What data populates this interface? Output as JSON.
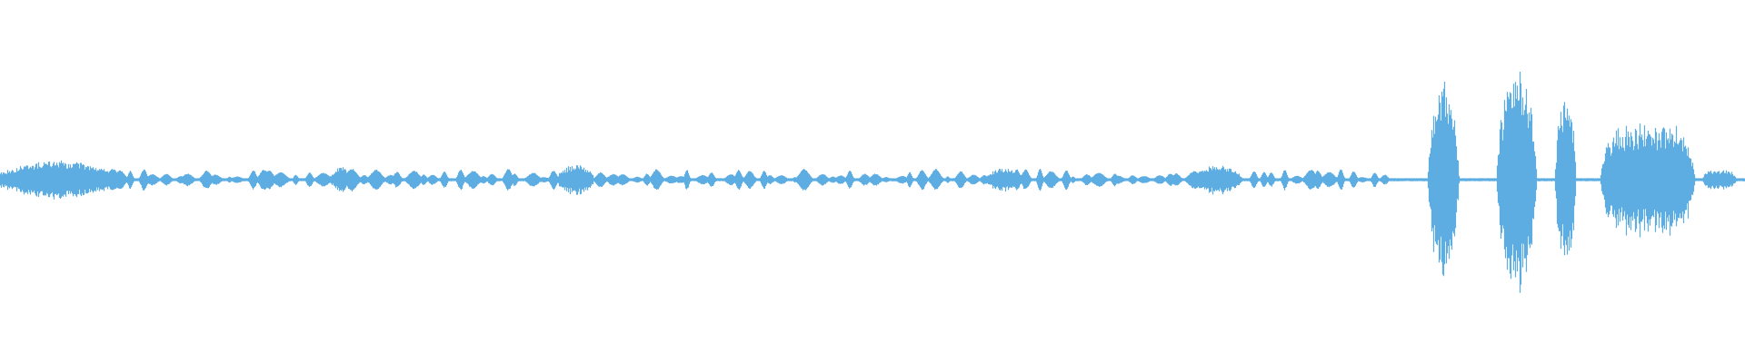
{
  "waveform": {
    "color": "#5dade2",
    "background": "#ffffff",
    "baseline_amplitude": 0.012,
    "noise_amplitude": 0.04,
    "dense_regions": [
      {
        "start": 0.0,
        "end": 0.065,
        "amplitude": 0.16
      },
      {
        "start": 0.19,
        "end": 0.2,
        "amplitude": 0.11
      },
      {
        "start": 0.32,
        "end": 0.34,
        "amplitude": 0.13
      },
      {
        "start": 0.565,
        "end": 0.585,
        "amplitude": 0.1
      },
      {
        "start": 0.685,
        "end": 0.71,
        "amplitude": 0.13
      }
    ],
    "speech_bursts_region": {
      "start": 0.0,
      "end": 0.8,
      "burst_count": 120,
      "min_amplitude": 0.02,
      "max_amplitude": 0.09
    },
    "loud_bursts": [
      {
        "center": 0.827,
        "width": 0.018,
        "amplitude": 0.83
      },
      {
        "center": 0.869,
        "width": 0.023,
        "amplitude": 1.0
      },
      {
        "center": 0.897,
        "width": 0.012,
        "amplitude": 0.75
      },
      {
        "center": 0.944,
        "width": 0.055,
        "amplitude": 0.46,
        "flat": true
      },
      {
        "center": 0.985,
        "width": 0.02,
        "amplitude": 0.08,
        "flat": true
      }
    ]
  }
}
